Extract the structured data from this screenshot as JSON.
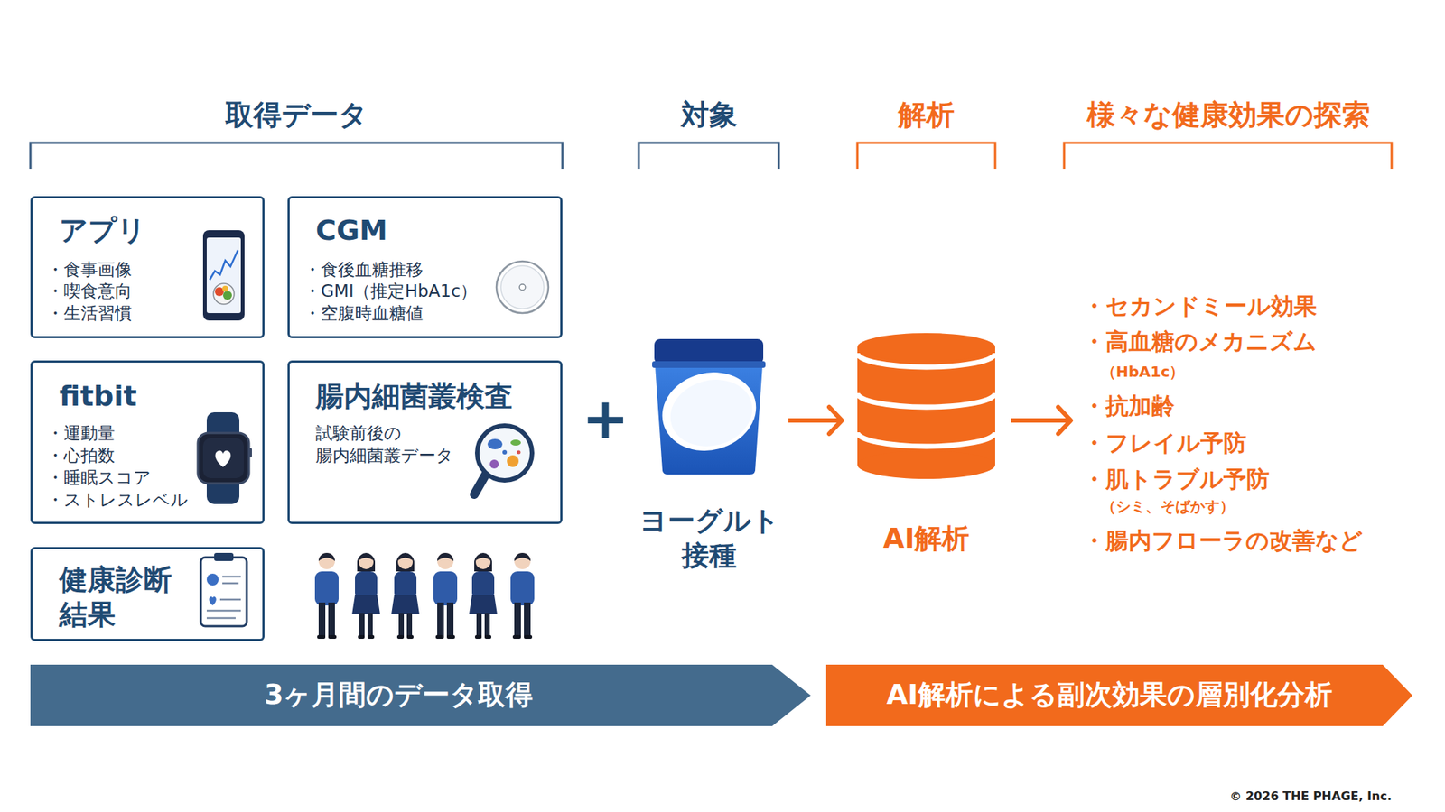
{
  "diagram": {
    "nodes": [
      {
        "text": [
          "アプリ",
          "・食事画像",
          "・喫食意向",
          "・生活習慣"
        ]
      },
      {
        "text": [
          "CGM",
          "・食後血糖推移",
          "・GMI（推定HbA1c）",
          "・空腹時血糖値"
        ]
      },
      {
        "text": [
          "fitbit",
          "・運動量",
          "・心拍数",
          "・睡眠スコア",
          "・ストレスレベル"
        ]
      },
      {
        "text": [
          "腸内細菌叢検査",
          "試験前後の 腸内細菌叢データ"
        ]
      },
      {
        "text": [
          "健康診断 結果"
        ]
      },
      {
        "text": [
          "ヨーグルト 接種"
        ]
      },
      {
        "text": [
          "AI解析"
        ]
      },
      {
        "text": [
          "・セカンドミール効果",
          "・高血糖のメカニズム",
          "（HbA1c）",
          "・抗加齢",
          "・フレイル予防",
          "・肌トラブル予防",
          "（シミ、そばかす）",
          "・腸内フローラの改善など"
        ]
      },
      {
        "text": [
          "3ヶ月間のデータ取得"
        ]
      },
      {
        "text": [
          "AI解析による副次効果の層別化分析"
        ]
      }
    ],
    "edges": [
      {
        "from": 5,
        "to": 6,
        "arrow": "to"
      },
      {
        "from": 6,
        "to": 7,
        "arrow": "to"
      }
    ],
    "labels": [
      "取得データ",
      "対象",
      "解析",
      "様々な健康効果の探索",
      "+",
      "© 2026 THE PHAGE, Inc."
    ]
  }
}
